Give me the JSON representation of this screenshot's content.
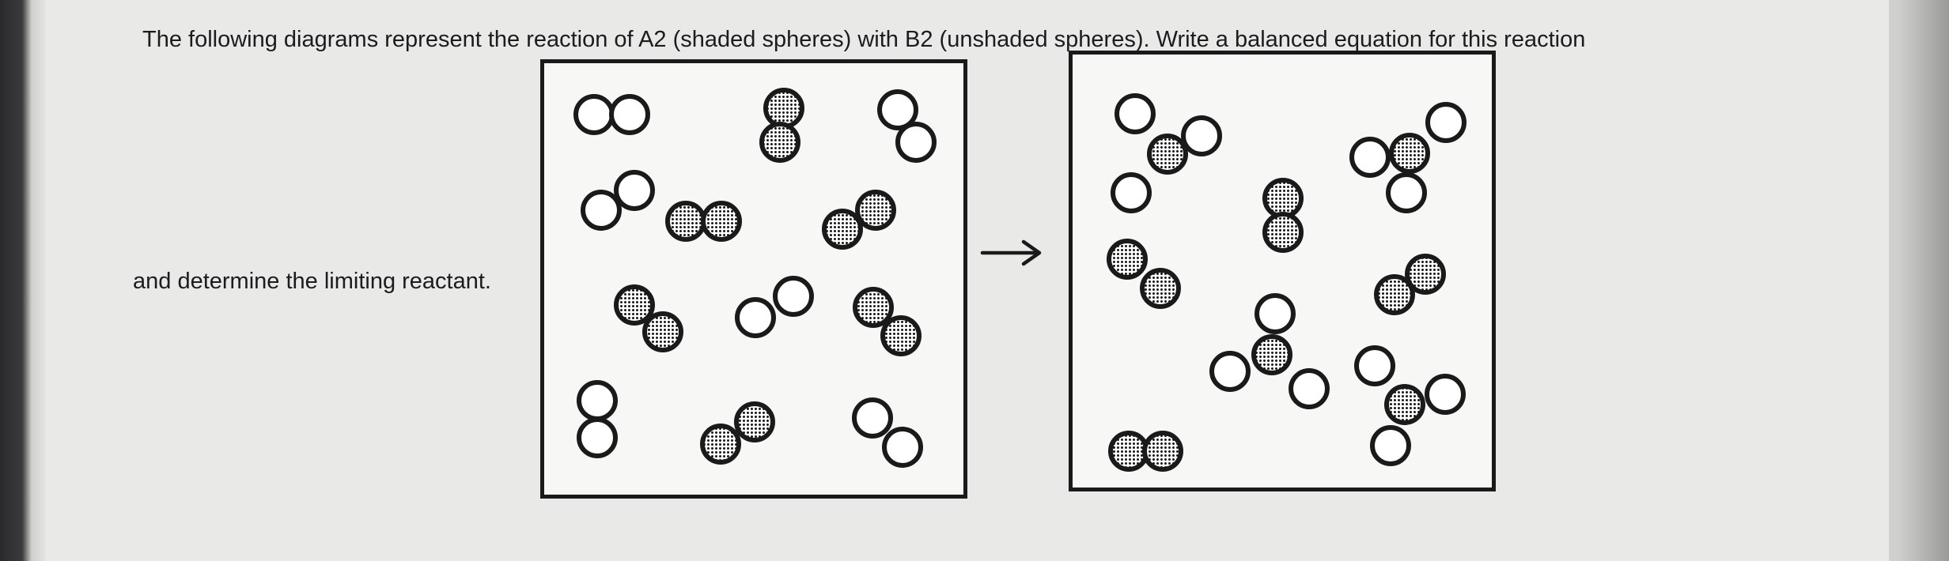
{
  "question": {
    "line1_prefix": "The following diagrams represent the reaction of A",
    "a_sub": "2",
    "line1_middle": " (shaded spheres) with B",
    "b_sub": "2",
    "line1_suffix": " (unshaded spheres).  Write a balanced equation for this reaction",
    "line2": "and determine the limiting reactant."
  },
  "colors": {
    "ink": "#1a1a1a",
    "shaded_fill": "#9c9c9c",
    "unshaded_fill": "#ffffff",
    "panel_bg": "#f7f7f6"
  },
  "reactants": [
    {
      "type": "B2",
      "count": 6
    },
    {
      "type": "A2",
      "count": 6
    }
  ],
  "products": [
    {
      "type": "AB3",
      "count": 4
    },
    {
      "type": "A2",
      "count": 4
    }
  ],
  "arrow_icon": "right-arrow-icon"
}
